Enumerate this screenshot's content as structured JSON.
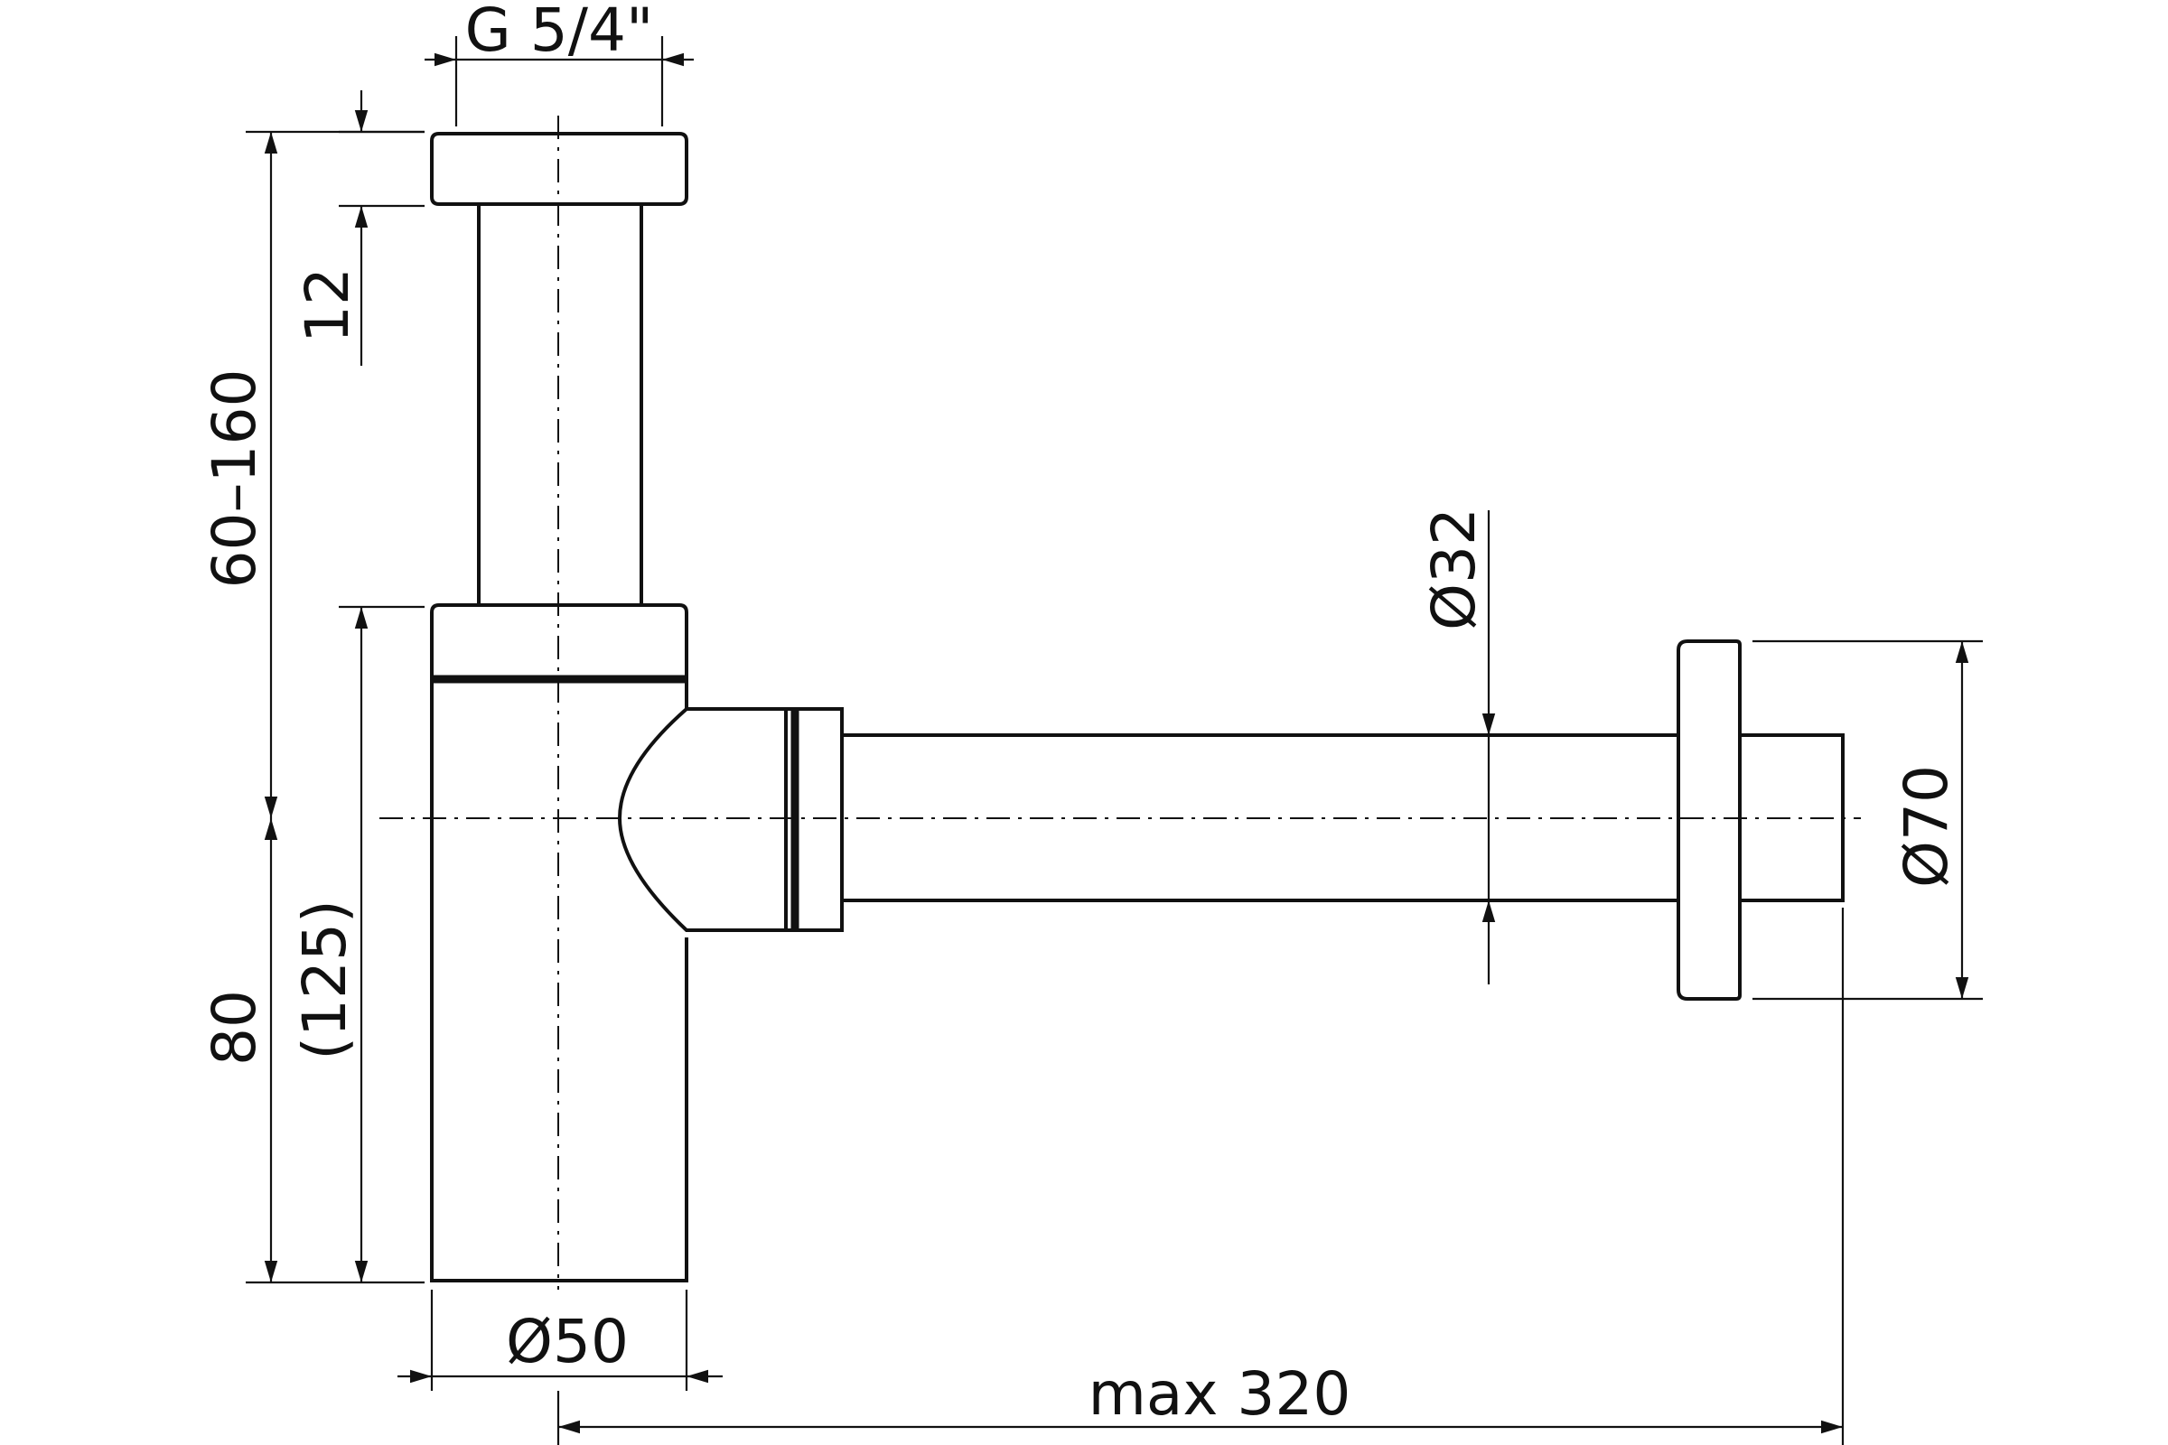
{
  "labels": {
    "thread": "G 5/4\"",
    "cap_height": "12",
    "inlet_range": "60–160",
    "outlet_height": "80",
    "outlet_height_alt": "(125)",
    "body_diameter": "Ø50",
    "pipe_diameter": "Ø32",
    "flange_diameter": "Ø70",
    "max_length": "max 320"
  },
  "colors": {
    "line": "#111111",
    "background": "#ffffff"
  }
}
